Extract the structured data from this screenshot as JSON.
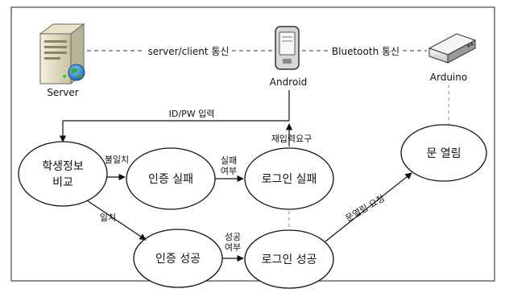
{
  "devices": {
    "server": {
      "label": "Server",
      "icon": "server-icon"
    },
    "android": {
      "label": "Android",
      "icon": "smartphone-icon"
    },
    "arduino": {
      "label": "Arduino",
      "icon": "arduino-module-icon"
    }
  },
  "links": {
    "server_android": "server/client 통신",
    "android_arduino": "Bluetooth 통신"
  },
  "flow": {
    "idpw": "ID/PW 입력",
    "reenter": "재입력요구",
    "mismatch": "불일치",
    "match": "일치",
    "fail_q_1": "실패",
    "fail_q_2": "여부",
    "success_q_1": "성공",
    "success_q_2": "여부",
    "open_request": "문열림 요청"
  },
  "nodes": {
    "compare_1": "학생정보",
    "compare_2": "비교",
    "auth_fail": "인증 실패",
    "login_fail": "로그인 실패",
    "auth_success": "인증 성공",
    "login_success": "로그인 성공",
    "door_open": "문 열림"
  },
  "colors": {
    "line": "#111111",
    "dashed": "#777777",
    "frame": "#222222"
  }
}
